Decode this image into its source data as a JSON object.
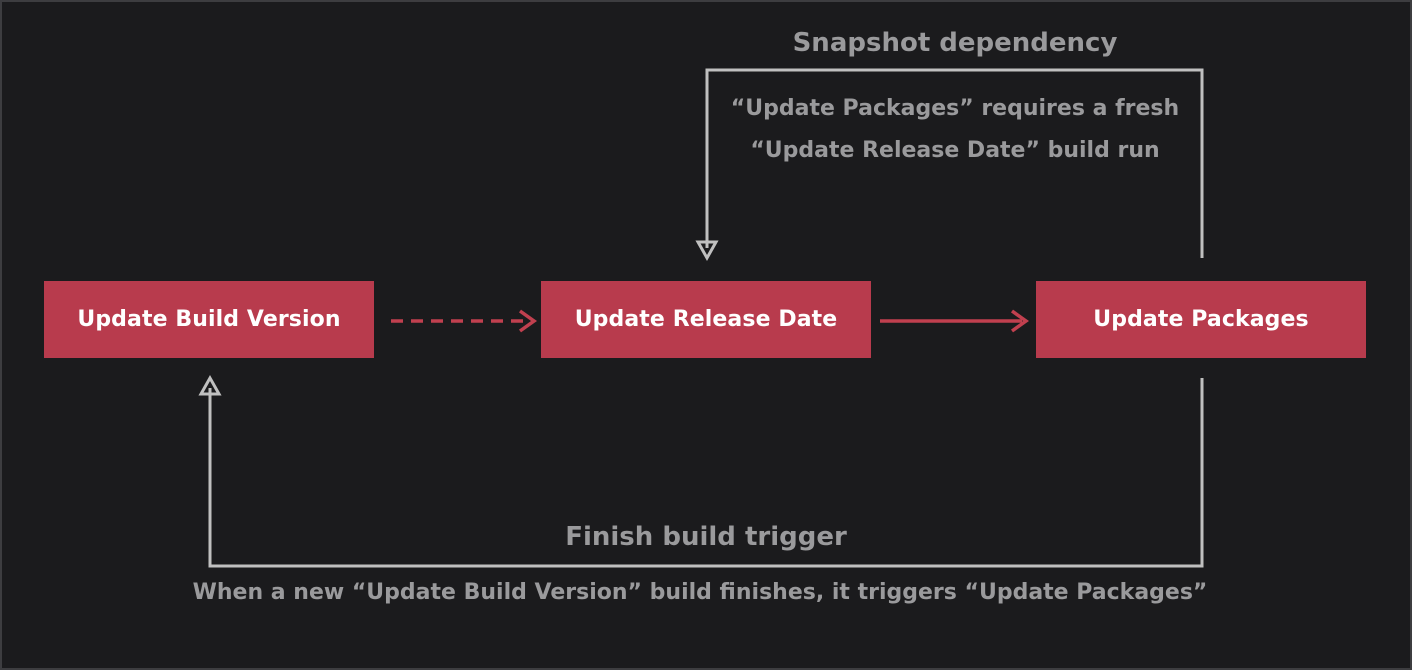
{
  "colors": {
    "background": "#1b1b1d",
    "node_fill": "#b83b4d",
    "node_text": "#ffffff",
    "label_text": "#9a9a9c",
    "dependency_line": "#c0c0c0",
    "flow_arrow": "#c1404f"
  },
  "nodes": {
    "build_version": {
      "label": "Update Build Version"
    },
    "release_date": {
      "label": "Update Release Date"
    },
    "packages": {
      "label": "Update Packages"
    }
  },
  "snapshot": {
    "title": "Snapshot dependency",
    "line1": "“Update Packages” requires a fresh",
    "line2": "“Update Release Date” build run"
  },
  "finish": {
    "title": "Finish build trigger",
    "description": "When a new “Update Build Version” build finishes, it triggers “Update Packages”"
  }
}
